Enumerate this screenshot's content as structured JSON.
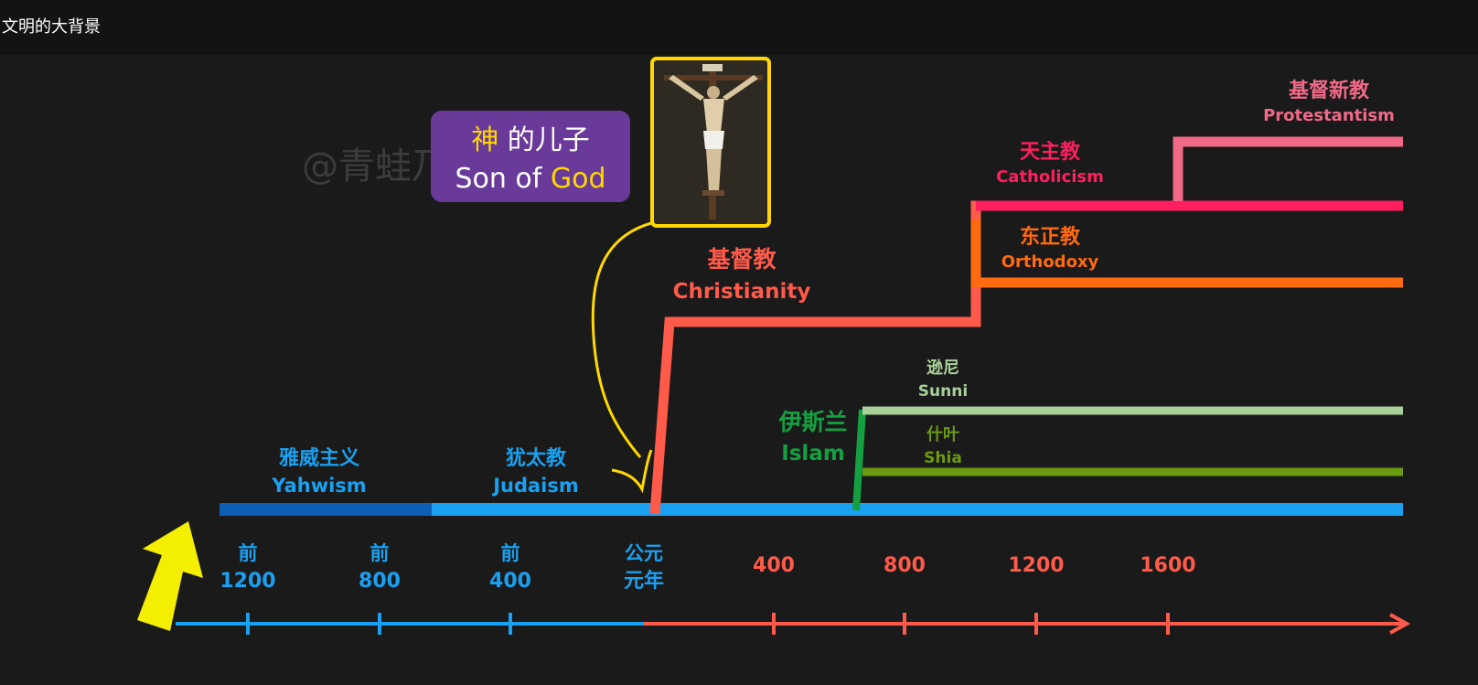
{
  "page_title": "文明的大背景",
  "watermark": "@青蛙乃",
  "colors": {
    "timeline_blue": "#1aa0f0",
    "timeline_dark_blue": "#0c5fb3",
    "christianity": "#ff5a4a",
    "catholicism": "#ff1f5e",
    "protestantism": "#f06a88",
    "orthodoxy": "#ff6a10",
    "islam": "#14a040",
    "sunni": "#a8d098",
    "shia": "#6a9a10",
    "callout_bg": "#6a3a9a",
    "highlight_yellow": "#ffd800",
    "arrow_yellow": "#f4ee00"
  },
  "callout": {
    "line1_highlight": "神",
    "line1_rest": " 的儿子",
    "line2_rest": "Son of ",
    "line2_highlight": "God"
  },
  "image_label": "crucifix-painting",
  "religions": {
    "yahwism": {
      "zh": "雅威主义",
      "en": "Yahwism"
    },
    "judaism": {
      "zh": "犹太教",
      "en": "Judaism"
    },
    "christianity": {
      "zh": "基督教",
      "en": "Christianity"
    },
    "catholicism": {
      "zh": "天主教",
      "en": "Catholicism"
    },
    "orthodoxy": {
      "zh": "东正教",
      "en": "Orthodoxy"
    },
    "protestantism": {
      "zh": "基督新教",
      "en": "Protestantism"
    },
    "islam": {
      "zh": "伊斯兰",
      "en": "Islam"
    },
    "sunni": {
      "zh": "逊尼",
      "en": "Sunni"
    },
    "shia": {
      "zh": "什叶",
      "en": "Shia"
    }
  },
  "axis_ticks": [
    {
      "top": "前",
      "bottom": "1200",
      "color": "#1aa0f0"
    },
    {
      "top": "前",
      "bottom": "800",
      "color": "#1aa0f0"
    },
    {
      "top": "前",
      "bottom": "400",
      "color": "#1aa0f0"
    },
    {
      "top": "公元",
      "bottom": "元年",
      "color": "#1aa0f0"
    },
    {
      "top": "",
      "bottom": "400",
      "color": "#ff5a4a"
    },
    {
      "top": "",
      "bottom": "800",
      "color": "#ff5a4a"
    },
    {
      "top": "",
      "bottom": "1200",
      "color": "#ff5a4a"
    },
    {
      "top": "",
      "bottom": "1600",
      "color": "#ff5a4a"
    }
  ]
}
